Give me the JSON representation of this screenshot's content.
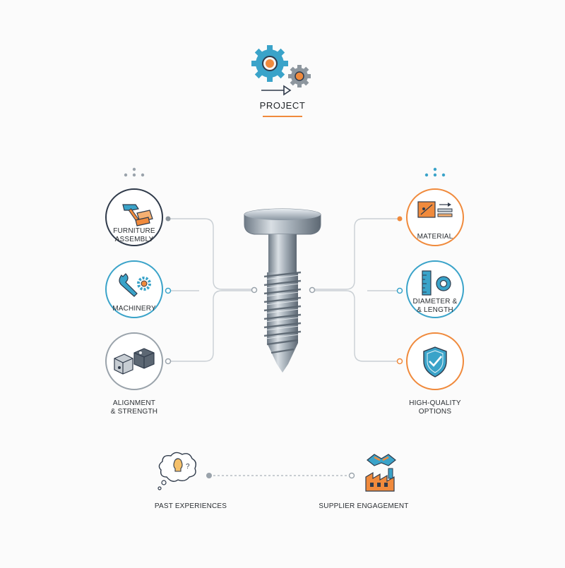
{
  "project": {
    "title": "PROJECT"
  },
  "left_nodes": [
    {
      "line1": "FURNITURE",
      "line2": "ASSEMBLY"
    },
    {
      "line1": "MACHINERY"
    },
    {
      "line1": "ALIGNMENT",
      "line2": "& STRENGTH"
    }
  ],
  "right_nodes": [
    {
      "line1": "MATERIAL"
    },
    {
      "line1": "DIAMETER &",
      "line2": "& LENGTH"
    },
    {
      "line1": "HIGH-QUALITY",
      "line2": "OPTIONS"
    }
  ],
  "bottom": {
    "left_label": "PAST EXPERIENCES",
    "right_label": "SUPPLIER ENGAGEMENT"
  },
  "colors": {
    "navy": "#2f3a4a",
    "blue": "#3aa3c9",
    "orange": "#f08a3c",
    "gray": "#9aa3ab",
    "connector": "#c9cfd4"
  },
  "icons": {
    "project": "gears-icon",
    "furniture": "hammer-wood-icon",
    "machinery": "wrench-gear-icon",
    "alignment": "blocks-icon",
    "material": "material-sheet-icon",
    "diameter": "ruler-washer-icon",
    "quality": "shield-check-icon",
    "past": "thought-bulb-icon",
    "supplier": "handshake-factory-icon"
  }
}
